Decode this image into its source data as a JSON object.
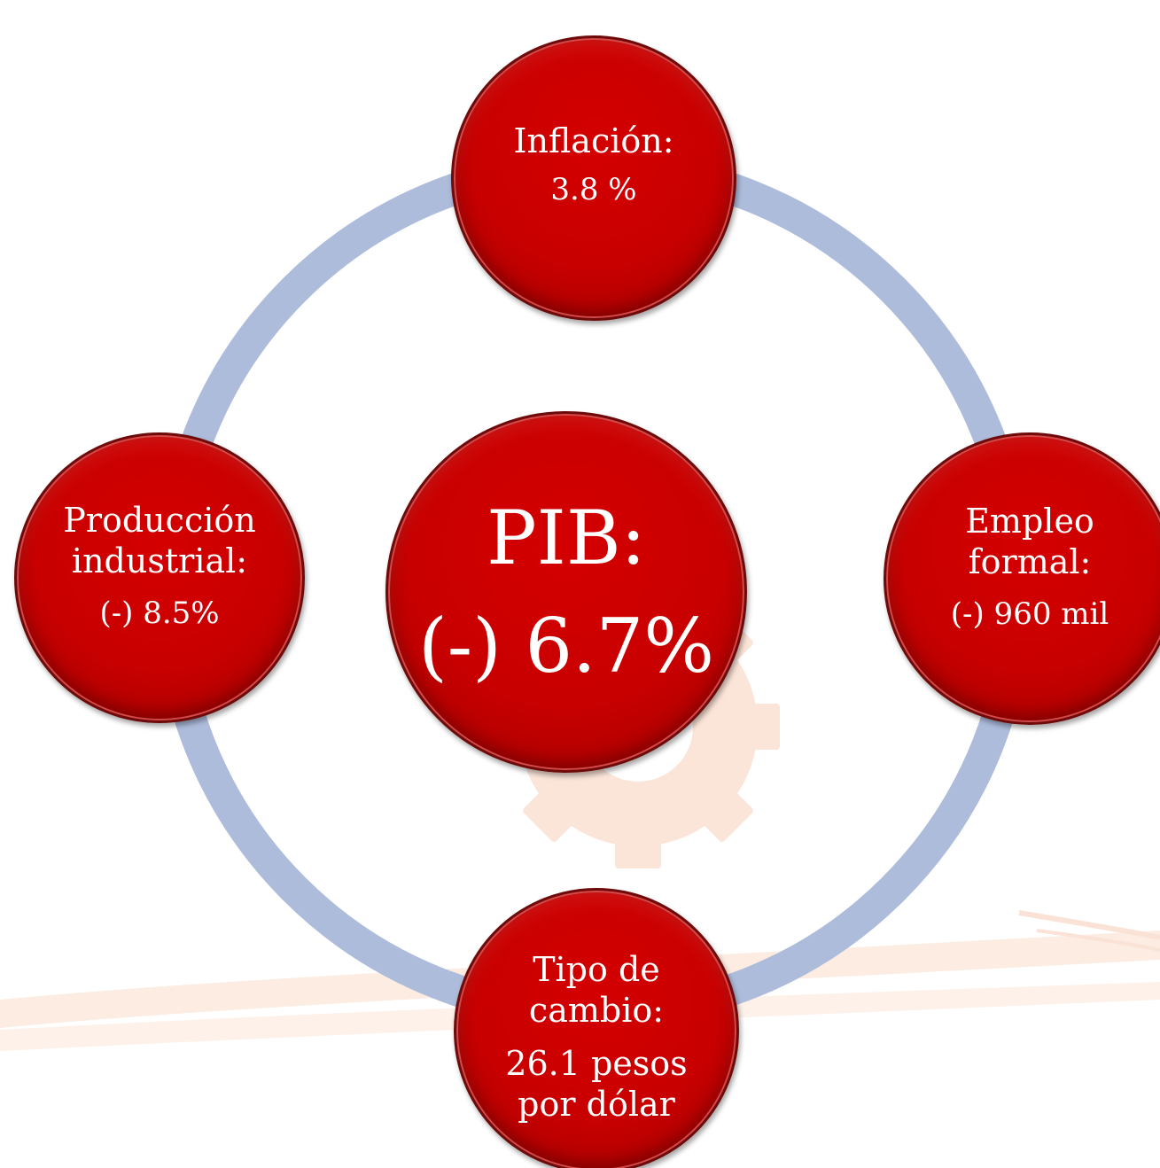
{
  "diagram": {
    "center": {
      "label": "PIB:",
      "value": "(-) 6.7%"
    },
    "nodes": [
      {
        "id": "inflacion",
        "label": "Inflación:",
        "value": "3.8 %"
      },
      {
        "id": "empleo",
        "label": "Empleo\nformal:",
        "value": "(-) 960 mil"
      },
      {
        "id": "tipo",
        "label": "Tipo de\ncambio:",
        "value": "26.1 pesos\npor dólar"
      },
      {
        "id": "produccion",
        "label": "Producción\nindustrial:",
        "value": "(-) 8.5%"
      }
    ],
    "colors": {
      "node_fill": "#c80000",
      "node_border": "#6e0a0a",
      "ring": "#aebcdc",
      "watermark": "#fbe3d6",
      "text": "#ffffff"
    }
  }
}
